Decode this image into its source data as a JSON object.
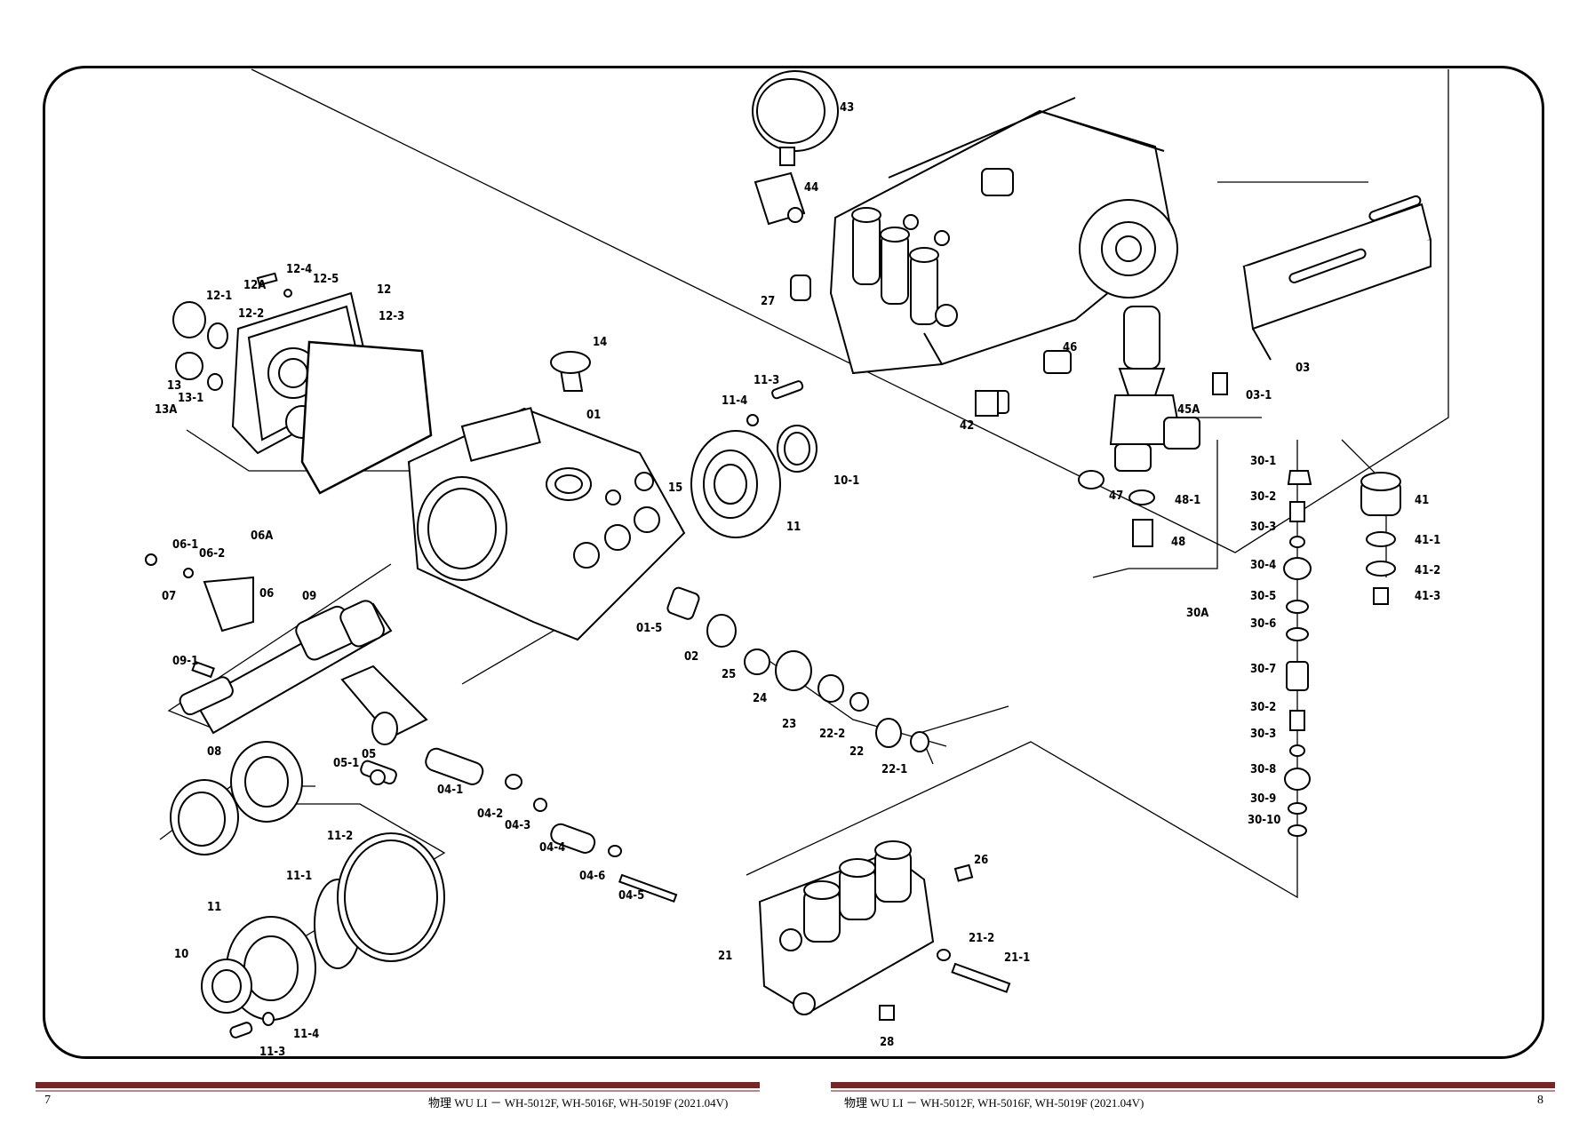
{
  "footer": {
    "left_page_number": "7",
    "right_page_number": "8",
    "left_caption": "物理 WU LI － WH-5012F, WH-5016F, WH-5019F (2021.04V)",
    "right_caption": "物理 WU LI － WH-5012F, WH-5016F, WH-5019F (2021.04V)"
  },
  "colors": {
    "footer_rule": "#7a2424",
    "ink": "#000000"
  },
  "labels": {
    "l_43": "43",
    "l_44": "44",
    "l_27": "27",
    "l_46": "46",
    "l_42": "42",
    "l_45A": "45A",
    "l_47": "47",
    "l_48_1": "48-1",
    "l_48": "48",
    "l_03": "03",
    "l_03_1": "03-1",
    "l_12_4": "12-4",
    "l_12_5": "12-5",
    "l_12_1": "12-1",
    "l_12A": "12A",
    "l_12": "12",
    "l_12_2": "12-2",
    "l_12_3": "12-3",
    "l_13": "13",
    "l_13_1": "13-1",
    "l_13A": "13A",
    "l_14": "14",
    "l_01": "01",
    "l_15": "15",
    "l_11_4a": "11-4",
    "l_11_3a": "11-3",
    "l_10_1": "10-1",
    "l_11a": "11",
    "l_06_1": "06-1",
    "l_06_2": "06-2",
    "l_06A": "06A",
    "l_07": "07",
    "l_06": "06",
    "l_09": "09",
    "l_09_1": "09-1",
    "l_01_5": "01-5",
    "l_02": "02",
    "l_25": "25",
    "l_24": "24",
    "l_23": "23",
    "l_22_2": "22-2",
    "l_22": "22",
    "l_22_1": "22-1",
    "l_05_1": "05-1",
    "l_05": "05",
    "l_04_1": "04-1",
    "l_04_2": "04-2",
    "l_04_3": "04-3",
    "l_04_4": "04-4",
    "l_04_6": "04-6",
    "l_04_5": "04-5",
    "l_08": "08",
    "l_11_2": "11-2",
    "l_11_1": "11-1",
    "l_11b": "11",
    "l_10": "10",
    "l_11_4b": "11-4",
    "l_11_3b": "11-3",
    "l_26": "26",
    "l_21": "21",
    "l_21_2": "21-2",
    "l_21_1": "21-1",
    "l_28": "28",
    "l_30_1": "30-1",
    "l_30_2a": "30-2",
    "l_30_3a": "30-3",
    "l_30_4": "30-4",
    "l_30_5": "30-5",
    "l_30_6": "30-6",
    "l_30A": "30A",
    "l_30_7": "30-7",
    "l_30_2b": "30-2",
    "l_30_3b": "30-3",
    "l_30_8": "30-8",
    "l_30_9": "30-9",
    "l_30_10": "30-10",
    "l_41": "41",
    "l_41_1": "41-1",
    "l_41_2": "41-2",
    "l_41_3": "41-3"
  }
}
